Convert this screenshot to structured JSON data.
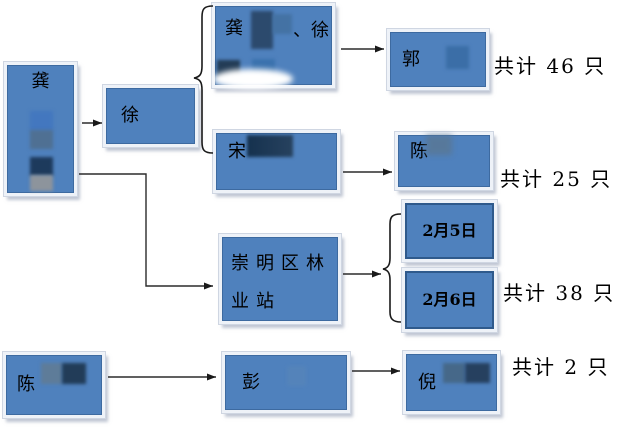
{
  "diagram": {
    "type": "flowchart",
    "colors": {
      "box_fill": "#4f81bd",
      "box_frame": "#eef2f8",
      "connector": "#2b2b2b"
    },
    "nodes": {
      "gong_main": {
        "label": "龚"
      },
      "xu": {
        "label": "徐"
      },
      "gong_xu": {
        "part1": "龚",
        "part2": "、徐"
      },
      "guo": {
        "label": "郭"
      },
      "song": {
        "label": "宋"
      },
      "chen_mid": {
        "label": "陈"
      },
      "chongming": {
        "label": "崇明区林业站"
      },
      "feb5": {
        "label": "2月5日"
      },
      "feb6": {
        "label": "2月6日"
      },
      "chen_bottom": {
        "label": "陈"
      },
      "peng": {
        "label": "彭"
      },
      "ni": {
        "label": "倪"
      }
    },
    "totals": {
      "guo_total": "共计 46 只",
      "chen_total": "共计 25 只",
      "chongming_total": "共计 38 只",
      "ni_total": "共计 2 只"
    },
    "edges": [
      {
        "from": "gong_main",
        "to": "xu",
        "style": "arrow"
      },
      {
        "from": "xu",
        "to": [
          "gong_xu",
          "song"
        ],
        "style": "brace"
      },
      {
        "from": "gong_xu",
        "to": "guo",
        "style": "arrow"
      },
      {
        "from": "song",
        "to": "chen_mid",
        "style": "arrow"
      },
      {
        "from": "gong_main",
        "to": "chongming",
        "style": "elbow-arrow"
      },
      {
        "from": "chongming",
        "to": [
          "feb5",
          "feb6"
        ],
        "style": "arrow-brace"
      },
      {
        "from": "chen_bottom",
        "to": "peng",
        "style": "arrow"
      },
      {
        "from": "peng",
        "to": "ni",
        "style": "arrow"
      }
    ]
  }
}
